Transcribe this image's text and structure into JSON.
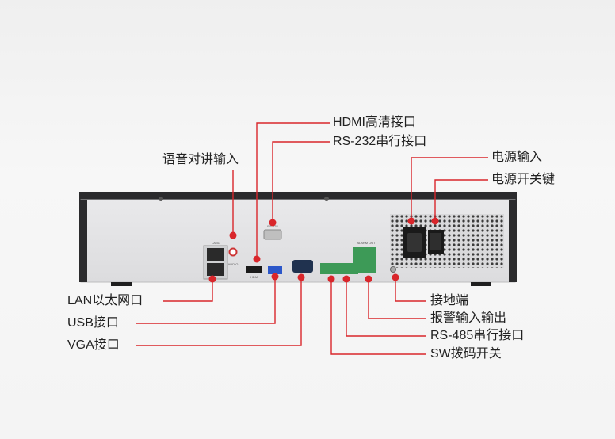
{
  "labels": {
    "hdmi": "HDMI高清接口",
    "rs232": "RS-232串行接口",
    "audio": "语音对讲输入",
    "power_in": "电源输入",
    "power_switch": "电源开关键",
    "lan": "LAN以太网口",
    "usb": "USB接口",
    "vga": "VGA接口",
    "ground": "接地端",
    "alarm": "报警输入输出",
    "rs485": "RS-485串行接口",
    "sw": "SW拨码开关"
  },
  "device_text": {
    "lan_port": "LAN1",
    "rs232_port": "RS-232",
    "hdmi_port": "HDMI",
    "audio_port": "AUDIO",
    "alarm_port": "ALARM OUT"
  },
  "colors": {
    "leader": "#d9262b",
    "chassis_top": "#2b2b2d",
    "panel": "#e6e6e8"
  }
}
